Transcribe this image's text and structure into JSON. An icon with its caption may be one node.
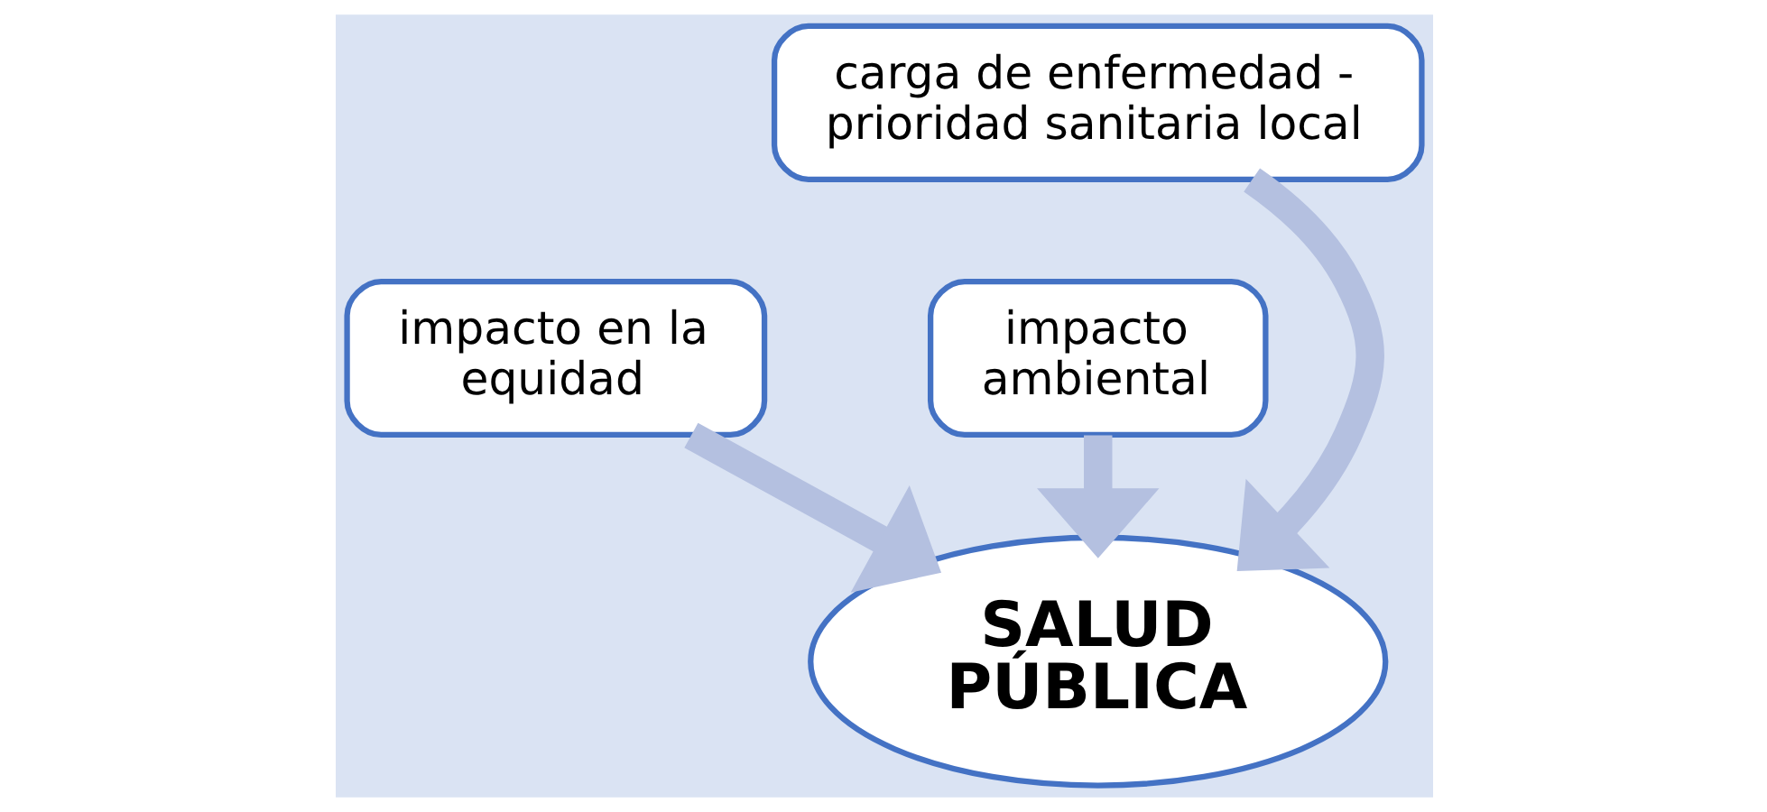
{
  "diagram": {
    "nodes": [
      {
        "text": [
          "carga de enfermedad - prioridad sanitaria local"
        ]
      },
      {
        "text": [
          "impacto en la equidad"
        ]
      },
      {
        "text": [
          "impacto ambiental"
        ]
      },
      {
        "text": [
          "SALUD PÚBLICA"
        ]
      }
    ],
    "edges": [
      {
        "from": 1,
        "to": 3,
        "arrow": "to"
      },
      {
        "from": 0,
        "to": 3,
        "arrow": "to"
      },
      {
        "from": 2,
        "to": 3,
        "arrow": "to"
      }
    ]
  }
}
